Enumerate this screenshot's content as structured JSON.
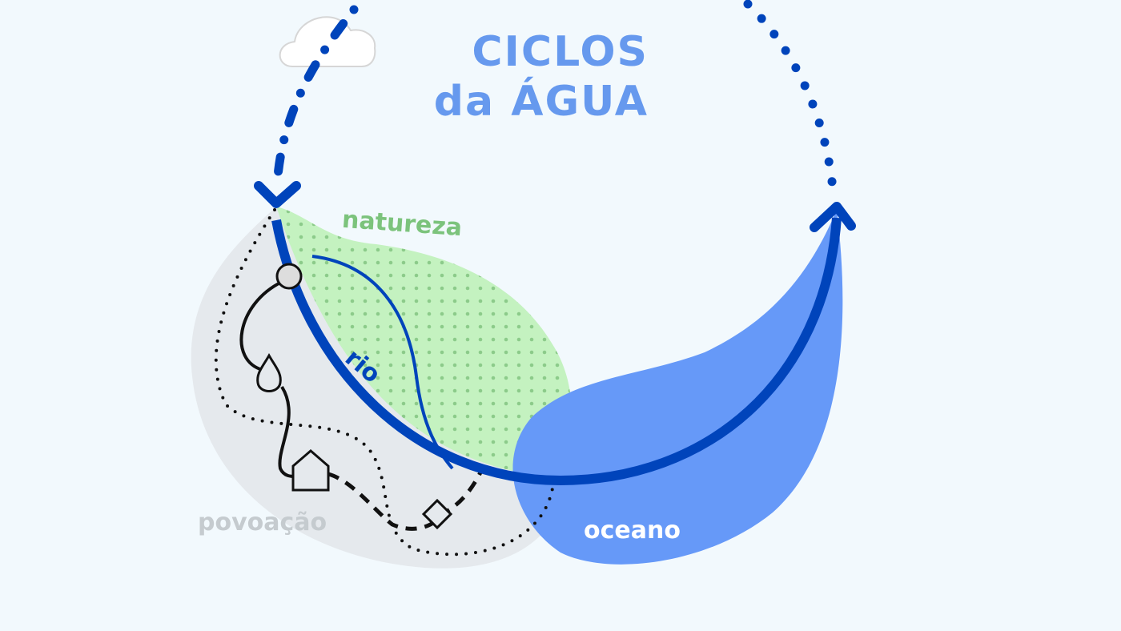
{
  "title": {
    "line1": "CICLOS",
    "line2": "da ÁGUA"
  },
  "labels": {
    "nature": "natureza",
    "river": "rio",
    "settlement": "povoação",
    "ocean": "oceano"
  },
  "colors": {
    "background": "#f2f9fd",
    "title": "#6699ee",
    "dark_blue": "#0044bb",
    "ocean": "#6699f8",
    "nature": "#c4f2c0",
    "settlement": "#e5e9ed"
  }
}
